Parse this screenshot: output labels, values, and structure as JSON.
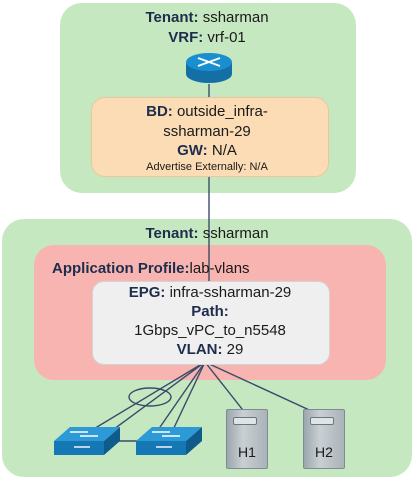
{
  "tenant_top": {
    "tenant_label": "Tenant:",
    "tenant_value": "ssharman",
    "vrf_label": "VRF:",
    "vrf_value": "vrf-01",
    "router_icon": "router-icon",
    "bd": {
      "bd_label": "BD:",
      "bd_value_line1": "outside_infra-",
      "bd_value_line2": "ssharman-29",
      "gw_label": "GW:",
      "gw_value": "N/A",
      "advertise": "Advertise Externally: N/A"
    }
  },
  "tenant_bottom": {
    "tenant_label": "Tenant:",
    "tenant_value": "ssharman",
    "app_profile_label": "Application Profile:",
    "app_profile_value": "lab-vlans",
    "epg": {
      "epg_label": "EPG:",
      "epg_value": "infra-ssharman-29",
      "path_label": "Path:",
      "path_value": "1Gbps_vPC_to_n5548",
      "vlan_label": "VLAN:",
      "vlan_value": "29"
    }
  },
  "devices": {
    "switch_icon": "switch-icon",
    "server_icon": "server-icon",
    "host1": "H1",
    "host2": "H2"
  },
  "colors": {
    "tenant_bg": "#c6e8c0",
    "bd_bg": "#fbdcb4",
    "app_profile_bg": "#f7b4b0",
    "epg_bg": "#efefef",
    "router_blue": "#1a8fd0",
    "label_navy": "#1f2d4d"
  }
}
